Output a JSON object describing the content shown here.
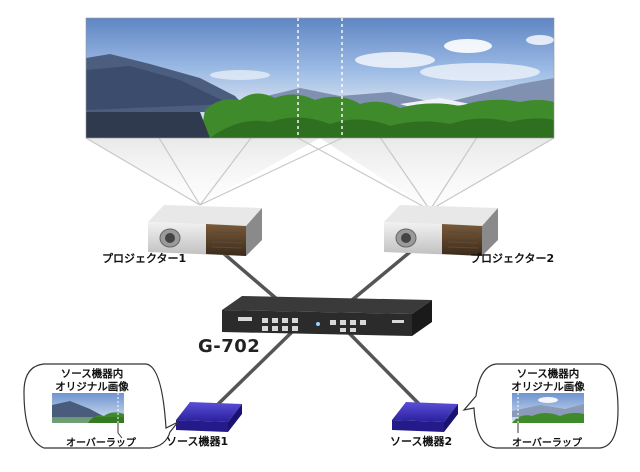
{
  "projectors": [
    {
      "label": "プロジェクター1"
    },
    {
      "label": "プロジェクター2"
    }
  ],
  "switcher": {
    "model": "G-702"
  },
  "sources": [
    {
      "label": "ソース機器1",
      "bubble_title": "ソース機器内\nオリジナル画像",
      "overlap_label": "オーバーラップ"
    },
    {
      "label": "ソース機器2",
      "bubble_title": "ソース機器内\nオリジナル画像",
      "overlap_label": "オーバーラップ"
    }
  ],
  "colors": {
    "cable": "#555555",
    "beam": "#bfbfbf",
    "source_device": "#3b2fb0",
    "switcher_body": "#2b2b2b"
  }
}
